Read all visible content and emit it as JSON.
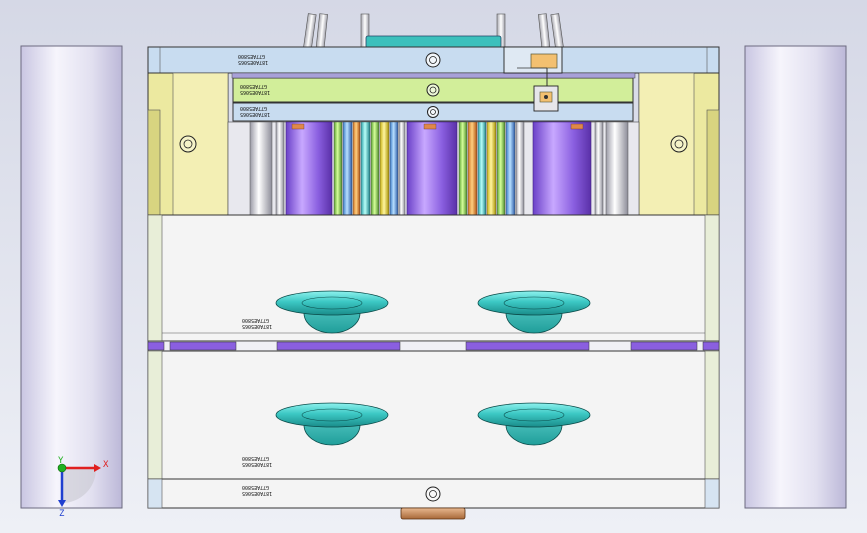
{
  "viewport": {
    "background_top": "#d5d8e6",
    "background_bottom": "#eef0f6"
  },
  "part_labels": [
    "G77AE5800",
    "187A0E5065"
  ],
  "triad": {
    "x_label": "X",
    "y_label": "Y",
    "z_label": "Z",
    "x_color": "#e02020",
    "y_color": "#20b020",
    "z_color": "#2040d0"
  },
  "colors": {
    "plate_white": "#f4f4f4",
    "plate_blue": "#c8dcf0",
    "plate_green": "#d2ee9a",
    "block_yellow": "#ece9a0",
    "pillar": "#e6e4f2",
    "eye_cyan": "#38c8c4",
    "purple_strip": "#8a5fe0",
    "bronze": "#c89060"
  }
}
